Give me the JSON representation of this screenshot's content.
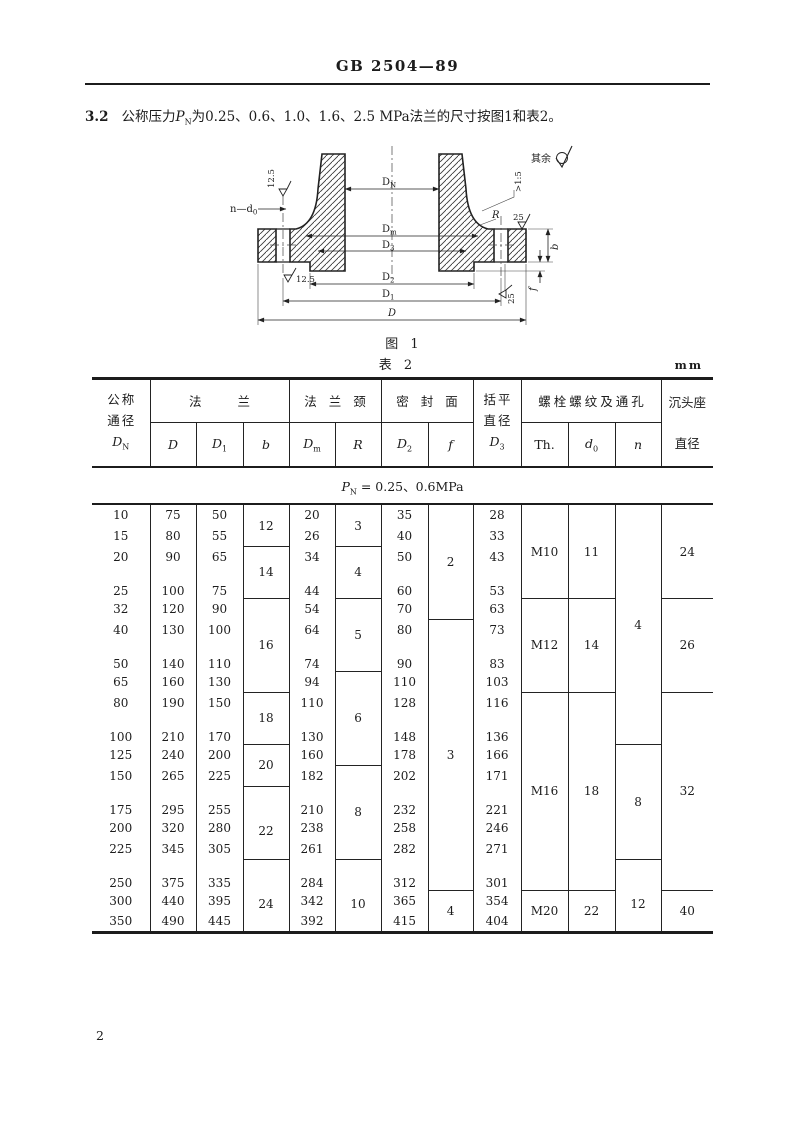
{
  "colors": {
    "paper": "#ffffff",
    "ink": "#1c1c1c"
  },
  "page": {
    "header_code": "GB 2504—89",
    "page_number": "2"
  },
  "intro": {
    "clause": "3.2",
    "pre": "公称压力",
    "p_base": "P",
    "p_sub": "N",
    "post": "为0.25、0.6、1.0、1.6、2.5 MPa法兰的尺寸按图1和表2。"
  },
  "figure": {
    "caption": "图 1",
    "rest_label": "其余",
    "taper": ">1:5",
    "rough_hub": "12.5",
    "rough_top": "25",
    "rough_face": "12.5",
    "rough_bottom": "25",
    "radius": "R",
    "bolt_note": {
      "pre": "n—d",
      "sub": "0"
    },
    "dim_dn": {
      "base": "D",
      "sub": "N"
    },
    "dim_dm": {
      "base": "D",
      "sub": "m"
    },
    "dim_d3": {
      "base": "D",
      "sub": "3"
    },
    "dim_d2": {
      "base": "D",
      "sub": "2"
    },
    "dim_d1": {
      "base": "D",
      "sub": "1"
    },
    "dim_d": "D",
    "dim_b": "b",
    "dim_f": "f"
  },
  "table": {
    "caption": "表 2",
    "unit": "mm",
    "header": {
      "dn_line1": "公称",
      "dn_line2": "通径",
      "dn_base": "D",
      "dn_sub": "N",
      "flange": "法兰",
      "col_d": "D",
      "col_d1_base": "D",
      "col_d1_sub": "1",
      "col_b": "b",
      "neck": "法兰颈",
      "col_dm_base": "D",
      "col_dm_sub": "m",
      "col_r": "R",
      "seal": "密封面",
      "col_d2_base": "D",
      "col_d2_sub": "2",
      "col_f": "f",
      "d3_line1": "括平",
      "d3_line2": "直径",
      "d3_base": "D",
      "d3_sub": "3",
      "bolt": "螺栓螺纹及通孔",
      "col_th": "Th.",
      "col_d0_base": "d",
      "col_d0_sub": "0",
      "col_n": "n",
      "sink_line1": "沉头座",
      "sink_line2": "直径"
    },
    "section": {
      "base": "P",
      "sub": "N",
      "rest": " = 0.25、0.6MPa"
    },
    "rows": [
      {
        "dn": "10",
        "d": "75",
        "d1": "50",
        "b": "12",
        "dm": "20",
        "r": "3",
        "d2": "35",
        "f": "2",
        "d3": "28",
        "th": "M10",
        "d0": "11",
        "n": "4",
        "cz": "24"
      },
      {
        "dn": "15",
        "d": "80",
        "d1": "55",
        "dm": "26",
        "d2": "40",
        "d3": "33"
      },
      {
        "dn": "20",
        "d": "90",
        "d1": "65",
        "b": "14",
        "dm": "34",
        "r": "4",
        "d2": "50",
        "d3": "43"
      },
      {
        "dn": "25",
        "d": "100",
        "d1": "75",
        "dm": "44",
        "d2": "60",
        "d3": "53"
      },
      {
        "dn": "32",
        "d": "120",
        "d1": "90",
        "b": "16",
        "dm": "54",
        "r": "5",
        "d2": "70",
        "d3": "63",
        "th": "M12",
        "d0": "14",
        "cz": "26"
      },
      {
        "dn": "40",
        "d": "130",
        "d1": "100",
        "dm": "64",
        "d2": "80",
        "f": "3",
        "d3": "73"
      },
      {
        "dn": "50",
        "d": "140",
        "d1": "110",
        "dm": "74",
        "d2": "90",
        "d3": "83"
      },
      {
        "dn": "65",
        "d": "160",
        "d1": "130",
        "dm": "94",
        "r": "6",
        "d2": "110",
        "d3": "103"
      },
      {
        "dn": "80",
        "d": "190",
        "d1": "150",
        "b": "18",
        "dm": "110",
        "d2": "128",
        "d3": "116",
        "th": "M16",
        "d0": "18",
        "cz": "32"
      },
      {
        "dn": "100",
        "d": "210",
        "d1": "170",
        "dm": "130",
        "d2": "148",
        "d3": "136"
      },
      {
        "dn": "125",
        "d": "240",
        "d1": "200",
        "b": "20",
        "dm": "160",
        "d2": "178",
        "d3": "166",
        "n": "8"
      },
      {
        "dn": "150",
        "d": "265",
        "d1": "225",
        "dm": "182",
        "r": "8",
        "d2": "202",
        "d3": "171"
      },
      {
        "dn": "175",
        "d": "295",
        "d1": "255",
        "b": "22",
        "dm": "210",
        "d2": "232",
        "d3": "221"
      },
      {
        "dn": "200",
        "d": "320",
        "d1": "280",
        "dm": "238",
        "d2": "258",
        "d3": "246"
      },
      {
        "dn": "225",
        "d": "345",
        "d1": "305",
        "dm": "261",
        "d2": "282",
        "d3": "271"
      },
      {
        "dn": "250",
        "d": "375",
        "d1": "335",
        "b": "24",
        "dm": "284",
        "r": "10",
        "d2": "312",
        "d3": "301",
        "n": "12"
      },
      {
        "dn": "300",
        "d": "440",
        "d1": "395",
        "dm": "342",
        "d2": "365",
        "f": "4",
        "d3": "354",
        "th": "M20",
        "d0": "22",
        "cz": "40"
      },
      {
        "dn": "350",
        "d": "490",
        "d1": "445",
        "dm": "392",
        "d2": "415",
        "d3": "404"
      }
    ]
  }
}
